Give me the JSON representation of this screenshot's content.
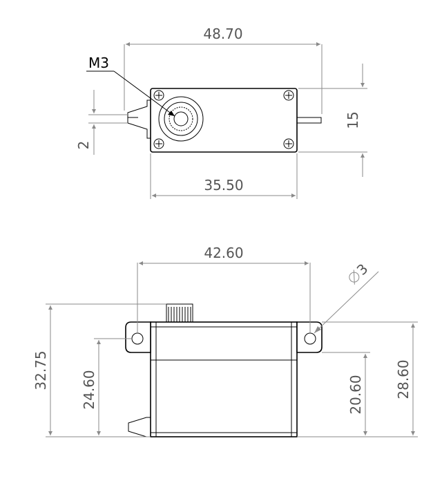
{
  "top_view": {
    "overall_width": "48.70",
    "body_width": "35.50",
    "mount_spacing": "15",
    "tab_thickness": "2",
    "screw_label": "M3"
  },
  "side_view": {
    "hole_spacing": "42.60",
    "hole_diameter": "3",
    "overall_height": "32.75",
    "hole_height": "24.60",
    "body_height": "20.60",
    "flange_height": "28.60"
  }
}
